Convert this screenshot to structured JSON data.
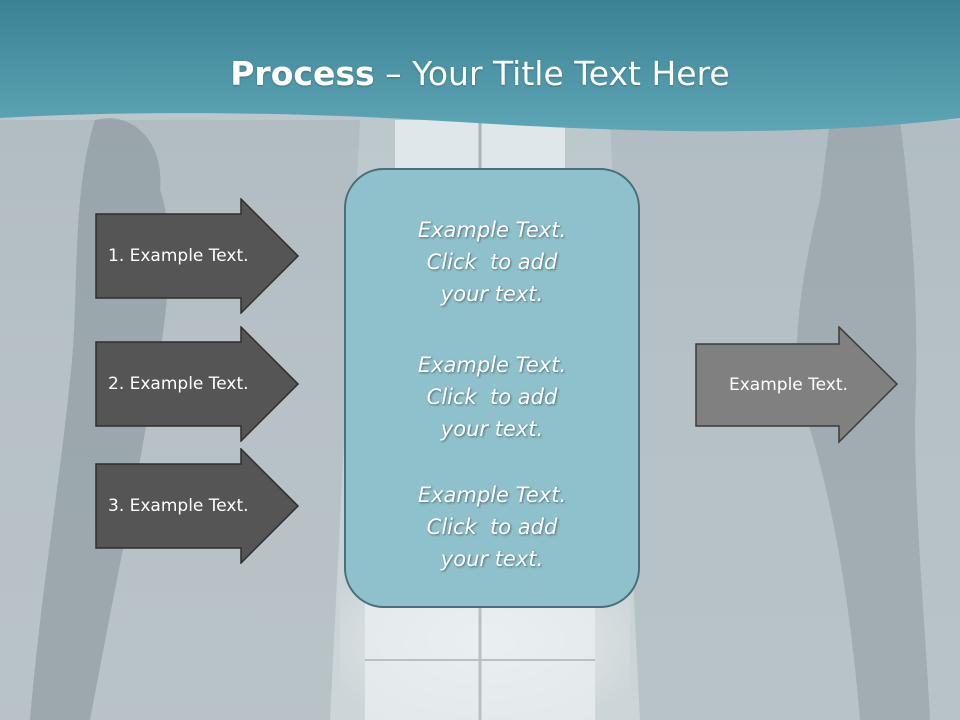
{
  "slide": {
    "title_bold": "Process",
    "title_rest": " – Your Title Text Here",
    "left_arrows": [
      {
        "label": "1. Example Text."
      },
      {
        "label": "2. Example Text."
      },
      {
        "label": "3. Example Text."
      }
    ],
    "center_panel": {
      "blocks": [
        {
          "lines": [
            "Example Text.",
            "Click  to add",
            "your text."
          ]
        },
        {
          "lines": [
            "Example Text.",
            "Click  to add",
            "your text."
          ]
        },
        {
          "lines": [
            "Example Text.",
            "Click  to add",
            "your text."
          ]
        }
      ]
    },
    "right_arrow": {
      "label": "Example Text."
    }
  },
  "colors": {
    "header_teal": "#4f9aab",
    "panel_fill": "#8fc1cc",
    "panel_border": "#4a6f78",
    "dark_arrow": "#555555",
    "light_arrow": "#808080"
  }
}
